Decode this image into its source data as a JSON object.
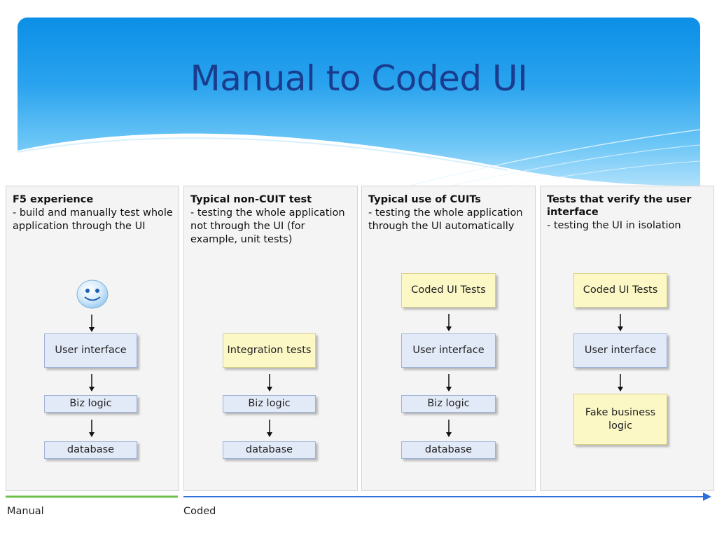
{
  "title": "Manual to Coded UI",
  "columns": [
    {
      "heading": "F5 experience",
      "description": "- build and manually test whole application through the UI",
      "boxes": [
        "User interface",
        "Biz logic",
        "database"
      ]
    },
    {
      "heading": "Typical non-CUIT test",
      "description": "- testing the whole application not through the UI (for example, unit tests)",
      "boxes": [
        "Integration tests",
        "Biz logic",
        "database"
      ]
    },
    {
      "heading": "Typical use of CUITs",
      "description": "- testing the whole application through the UI automatically",
      "boxes": [
        "Coded UI Tests",
        "User interface",
        "Biz logic",
        "database"
      ]
    },
    {
      "heading": "Tests that verify the user interface",
      "description": "- testing the UI in isolation",
      "boxes": [
        "Coded UI Tests",
        "User interface",
        "Fake business logic"
      ]
    }
  ],
  "timeline": {
    "manual_label": "Manual",
    "coded_label": "Coded",
    "manual_color": "#6cc04a",
    "coded_color": "#2e6fd9"
  },
  "colors": {
    "title": "#1a3c8f",
    "box_blue": "#e3eaf7",
    "box_yellow": "#fbf8c6"
  }
}
